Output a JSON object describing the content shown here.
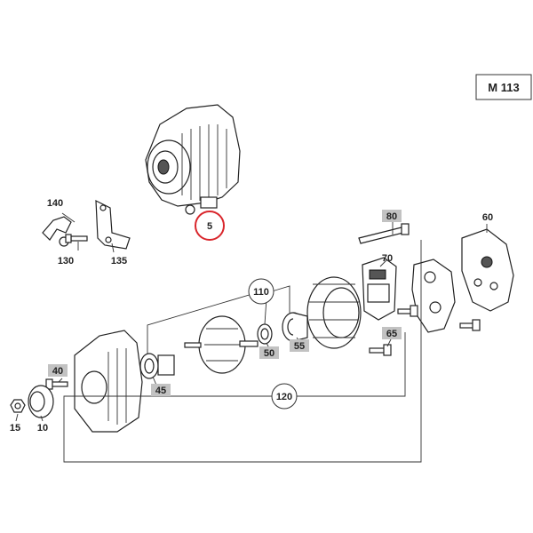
{
  "badge": {
    "label": "M 113"
  },
  "callouts": [
    {
      "id": "5",
      "text": "5",
      "style": "circled"
    },
    {
      "id": "140",
      "text": "140",
      "style": "plain"
    },
    {
      "id": "130",
      "text": "130",
      "style": "plain"
    },
    {
      "id": "135",
      "text": "135",
      "style": "plain"
    },
    {
      "id": "80",
      "text": "80",
      "style": "highlight"
    },
    {
      "id": "60",
      "text": "60",
      "style": "plain"
    },
    {
      "id": "70",
      "text": "70",
      "style": "plain"
    },
    {
      "id": "110",
      "text": "110",
      "style": "circled"
    },
    {
      "id": "65",
      "text": "65",
      "style": "highlight"
    },
    {
      "id": "50",
      "text": "50",
      "style": "highlight"
    },
    {
      "id": "55",
      "text": "55",
      "style": "highlight"
    },
    {
      "id": "40",
      "text": "40",
      "style": "highlight"
    },
    {
      "id": "45",
      "text": "45",
      "style": "highlight"
    },
    {
      "id": "120",
      "text": "120",
      "style": "circled"
    },
    {
      "id": "15",
      "text": "15",
      "style": "plain"
    },
    {
      "id": "10",
      "text": "10",
      "style": "plain"
    }
  ],
  "colors": {
    "line": "#222222",
    "highlight": "#c2c2c2",
    "selected_ring": "#d9262c"
  }
}
